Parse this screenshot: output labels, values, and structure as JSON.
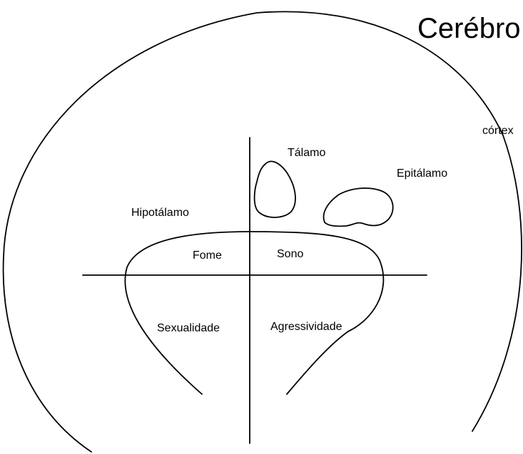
{
  "diagram": {
    "title": "Cerébro",
    "labels": {
      "cortex": "córtex",
      "talamo": "Tálamo",
      "epitalamo": "Epitálamo",
      "hipotalamo": "Hipotálamo",
      "fome": "Fome",
      "sono": "Sono",
      "sexualidade": "Sexualidade",
      "agressividade": "Agressividade"
    }
  }
}
